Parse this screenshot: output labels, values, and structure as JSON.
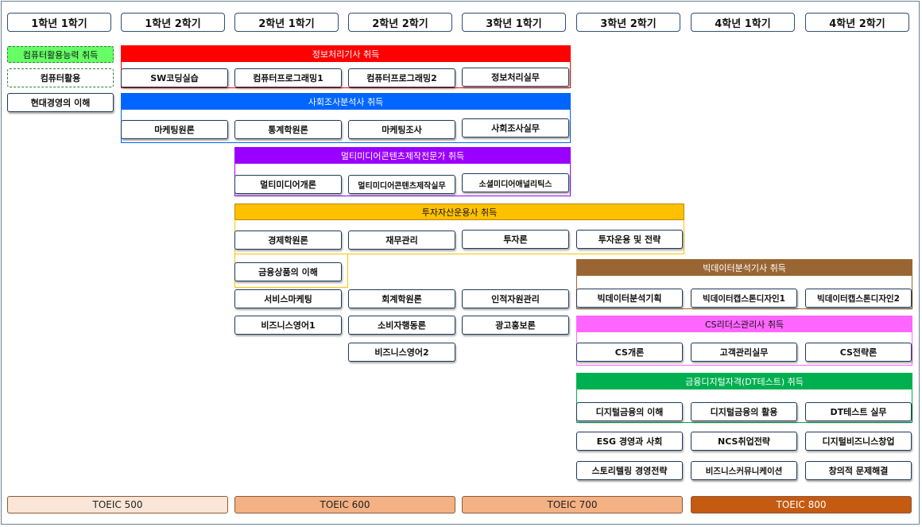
{
  "semesters": [
    "1학년 1학기",
    "1학년 2학기",
    "2학년 1학기",
    "2학년 2학기",
    "3학년 1학기",
    "3학년 2학기",
    "4학년 1학기",
    "4학년 2학기"
  ],
  "certificates": {
    "computer": "컴퓨터활용능력 취득",
    "info_processing": "정보처리기사 취득",
    "social_survey": "사회조사분석사 취득",
    "multimedia": "멀티미디어콘텐츠제작전문가 취득",
    "investment": "투자자산운용사 취득",
    "bigdata": "빅데이터분석기사 취득",
    "cs_leaders": "CS리더스관리사 취득",
    "digital_finance": "금융디지털자격(DT테스트) 취득"
  },
  "courses": {
    "computer_use": "컴퓨터활용",
    "modern_business": "현대경영의 이해",
    "sw_coding": "SW코딩실습",
    "programming1": "컴퓨터프로그래밍1",
    "programming2": "컴퓨터프로그래밍2",
    "info_practice": "정보처리실무",
    "marketing_theory": "마케팅원론",
    "statistics_theory": "통계학원론",
    "marketing_research": "마케팅조사",
    "survey_practice": "사회조사실무",
    "multimedia_intro": "멀티미디어개론",
    "multimedia_practice": "멀티미디어콘텐츠제작실무",
    "social_media_analytics": "소셜미디어애널리틱스",
    "economics": "경제학원론",
    "financial_mgmt": "재무관리",
    "investment_theory": "투자론",
    "investment_strategy": "투자운용 및 전략",
    "financial_products": "금융상품의 이해",
    "service_marketing": "서비스마케팅",
    "accounting": "회계학원론",
    "hr_mgmt": "인적자원관리",
    "business_english1": "비즈니스영어1",
    "consumer_behavior": "소비자행동론",
    "advertising": "광고홍보론",
    "business_english2": "비즈니스영어2",
    "bigdata_planning": "빅데이터분석기획",
    "bigdata_capstone1": "빅데이터캡스톤디자인1",
    "bigdata_capstone2": "빅데이터캡스톤디자인2",
    "cs_intro": "CS개론",
    "customer_mgmt": "고객관리실무",
    "cs_strategy": "CS전략론",
    "digital_finance_intro": "디지털금융의 이해",
    "digital_finance_use": "디지털금융의 활용",
    "dt_test_practice": "DT테스트 실무",
    "esg_mgmt": "ESG 경영과 사회",
    "ncs_strategy": "NCS취업전략",
    "digital_startup": "디지털비즈니스창업",
    "storytelling": "스토리텔링 경영전략",
    "business_comm": "비즈니스커뮤니케이션",
    "creative_problem": "창의적 문제해결"
  },
  "toeic": [
    "TOEIC 500",
    "TOEIC 600",
    "TOEIC 700",
    "TOEIC 800"
  ],
  "colors": {
    "computer": "#66ff66",
    "info_processing": "#ff0000",
    "social_survey": "#0066ff",
    "multimedia": "#9900ff",
    "investment": "#ffc000",
    "bigdata": "#996633",
    "cs_leaders": "#ff66ff",
    "digital_finance": "#00b050",
    "toeic500": "#fbe5d6",
    "toeic600": "#f4b183",
    "toeic700": "#f4b183",
    "toeic800": "#c55a11"
  }
}
